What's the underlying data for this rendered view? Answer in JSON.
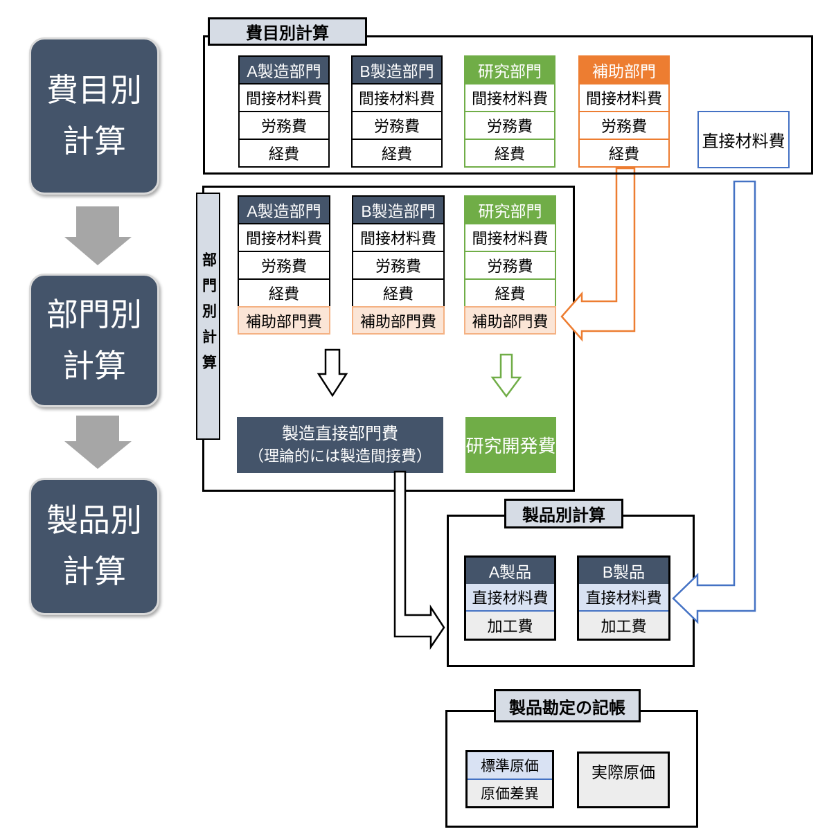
{
  "colors": {
    "dark_blue": "#44546A",
    "green": "#70AD47",
    "orange": "#ED7D31",
    "blue": "#4472C4",
    "peach_fill": "#FBE5D6",
    "peach_border": "#F4B183",
    "light_blue_fill": "#D9E2F3",
    "light_gray_fill": "#EDEDED",
    "label_fill": "#D6DCE5",
    "gray_arrow": "#A6A6A6"
  },
  "flow": {
    "steps": [
      {
        "line1": "費目別",
        "line2": "計算"
      },
      {
        "line1": "部門別",
        "line2": "計算"
      },
      {
        "line1": "製品別",
        "line2": "計算"
      }
    ]
  },
  "expense_section": {
    "title": "費目別計算",
    "tables": [
      {
        "header": "A製造部門",
        "rows": [
          "間接材料費",
          "労務費",
          "経費"
        ]
      },
      {
        "header": "B製造部門",
        "rows": [
          "間接材料費",
          "労務費",
          "経費"
        ]
      },
      {
        "header": "研究部門",
        "rows": [
          "間接材料費",
          "労務費",
          "経費"
        ]
      },
      {
        "header": "補助部門",
        "rows": [
          "間接材料費",
          "労務費",
          "経費"
        ]
      }
    ],
    "direct_material_box": "直接材料費"
  },
  "department_section": {
    "title": "部門別計算",
    "tables": [
      {
        "header": "A製造部門",
        "rows": [
          "間接材料費",
          "労務費",
          "経費"
        ],
        "extra_row": "補助部門費"
      },
      {
        "header": "B製造部門",
        "rows": [
          "間接材料費",
          "労務費",
          "経費"
        ],
        "extra_row": "補助部門費"
      },
      {
        "header": "研究部門",
        "rows": [
          "間接材料費",
          "労務費",
          "経費"
        ],
        "extra_row": "補助部門費"
      }
    ],
    "result_dark": {
      "line1": "製造直接部門費",
      "line2": "（理論的には製造間接費）"
    },
    "result_green": "研究開発費"
  },
  "product_section": {
    "title": "製品別計算",
    "tables": [
      {
        "header": "A製品",
        "rows": [
          "直接材料費",
          "加工費"
        ]
      },
      {
        "header": "B製品",
        "rows": [
          "直接材料費",
          "加工費"
        ]
      }
    ]
  },
  "ledger_section": {
    "title": "製品勘定の記帳",
    "standard_table": {
      "rows": [
        "標準原価",
        "原価差異"
      ]
    },
    "actual_box": "実際原価"
  }
}
